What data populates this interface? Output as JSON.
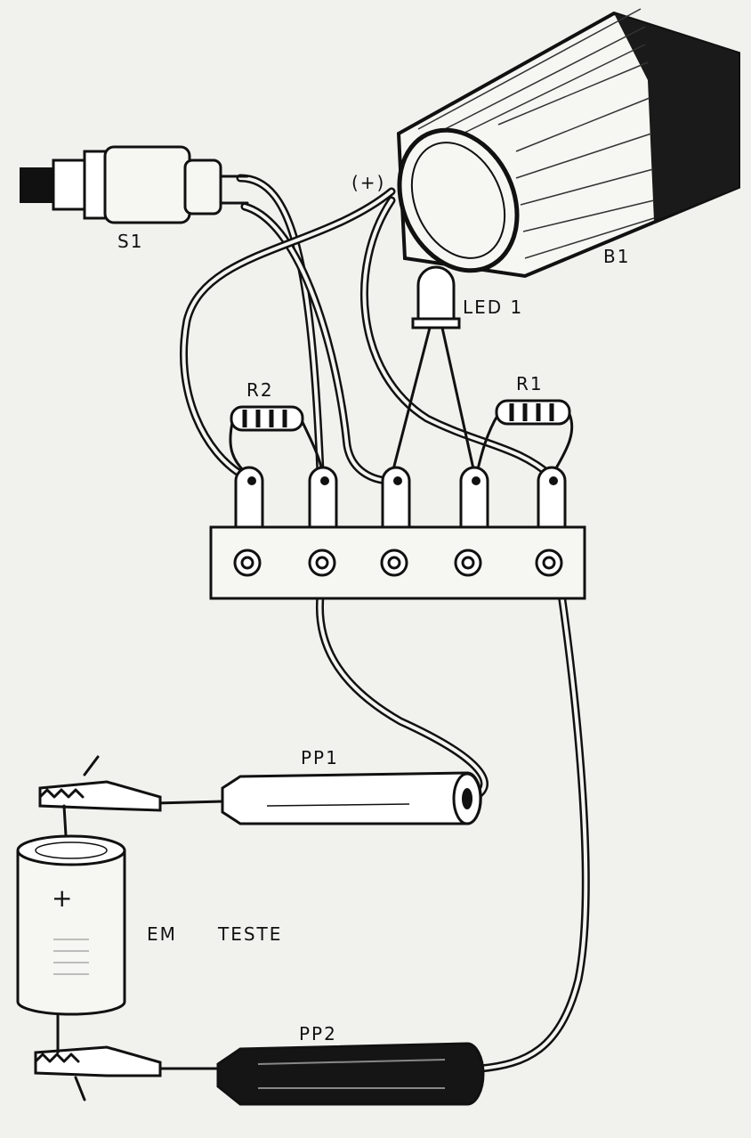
{
  "labels": {
    "switch": "S1",
    "battery": "B1",
    "battery_positive": "(+)",
    "led": "LED 1",
    "resistor_2": "R2",
    "resistor_1": "R1",
    "probe_1": "PP1",
    "probe_2": "PP2",
    "capacitor_plus": "+",
    "under_test_1": "EM",
    "under_test_2": "TESTE"
  },
  "colors": {
    "ink": "#111111",
    "paper": "#f1f1ee"
  }
}
